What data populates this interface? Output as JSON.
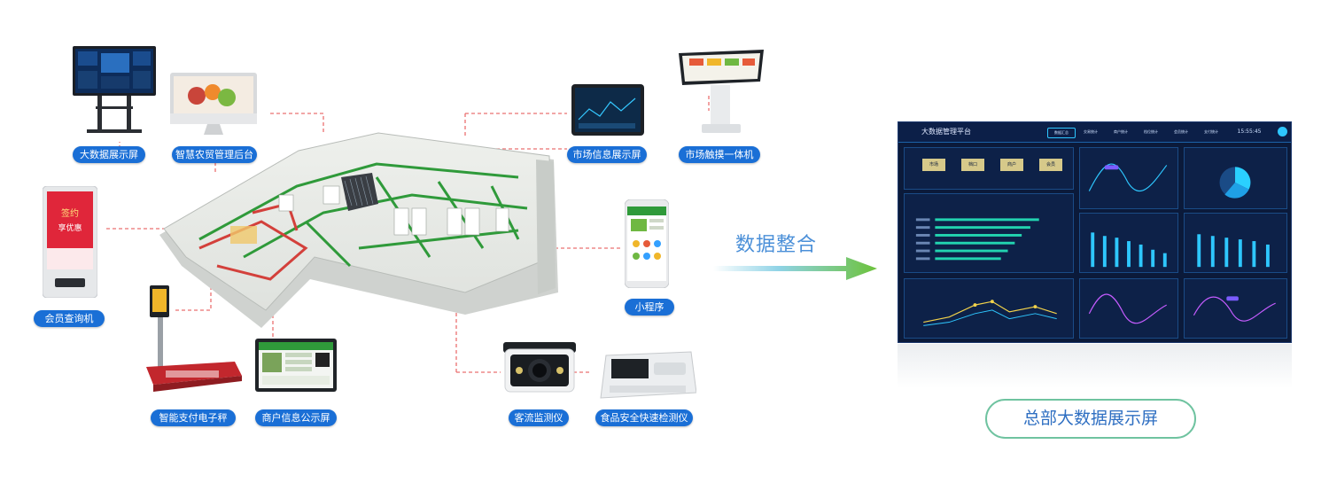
{
  "devices": {
    "big_data_screen": "大数据展示屏",
    "smart_backend": "智慧农贸管理后台",
    "member_kiosk": "会员查询机",
    "payment_scale": "智能支付电子秤",
    "merchant_screen": "商户信息公示屏",
    "traffic_monitor": "客流监测仪",
    "food_safety": "食品安全快速检测仪",
    "mini_program": "小程序",
    "market_info_screen": "市场信息展示屏",
    "market_touch": "市场触摸一体机"
  },
  "arrow_label": "数据整合",
  "hq_label": "总部大数据展示屏",
  "dashboard": {
    "title": "大数据管理平台",
    "nav": [
      "数据汇总",
      "交易统计",
      "商户统计",
      "档位统计",
      "会员统计",
      "支付统计"
    ],
    "clock": "15:55:45",
    "kpi": [
      "市场",
      "档口",
      "商户",
      "会员"
    ],
    "colors": {
      "bg": "#0b1a3a",
      "bar": "#22d3b0",
      "accent": "#2ec7ff",
      "line": "#29b6ff",
      "pie": "#2ad0ff"
    }
  },
  "kiosk_screen": {
    "line1": "签约",
    "line2": "享优惠"
  }
}
